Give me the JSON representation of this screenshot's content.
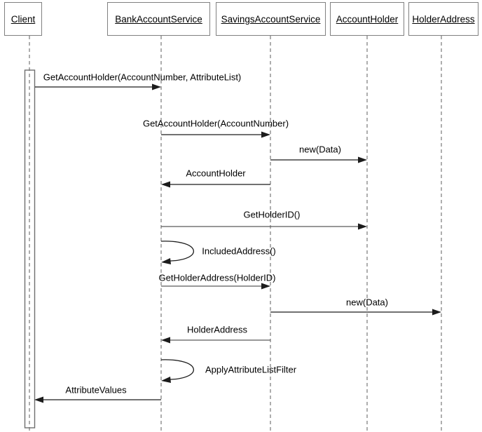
{
  "diagram": {
    "type": "uml-sequence-diagram",
    "actors": [
      {
        "name": "Client"
      },
      {
        "name": "BankAccountService"
      },
      {
        "name": "SavingsAccountService"
      },
      {
        "name": "AccountHolder"
      },
      {
        "name": "HolderAddress"
      }
    ],
    "activations": [
      {
        "actor": "Client",
        "note": "tall activation bar spanning nearly full lifeline"
      }
    ],
    "messages": [
      {
        "label": "GetAccountHolder(AccountNumber, AttributeList)",
        "from": "Client",
        "to": "BankAccountService",
        "kind": "call"
      },
      {
        "label": "GetAccountHolder(AccountNumber)",
        "from": "BankAccountService",
        "to": "SavingsAccountService",
        "kind": "call"
      },
      {
        "label": "new(Data)",
        "from": "SavingsAccountService",
        "to": "AccountHolder",
        "kind": "call"
      },
      {
        "label": "AccountHolder",
        "from": "SavingsAccountService",
        "to": "BankAccountService",
        "kind": "return"
      },
      {
        "label": "GetHolderID()",
        "from": "BankAccountService",
        "to": "AccountHolder",
        "kind": "call"
      },
      {
        "label": "IncludedAddress()",
        "from": "BankAccountService",
        "to": "BankAccountService",
        "kind": "self-call"
      },
      {
        "label": "GetHolderAddress(HolderID)",
        "from": "BankAccountService",
        "to": "SavingsAccountService",
        "kind": "call"
      },
      {
        "label": "new(Data)",
        "from": "SavingsAccountService",
        "to": "HolderAddress",
        "kind": "call"
      },
      {
        "label": "HolderAddress",
        "from": "SavingsAccountService",
        "to": "BankAccountService",
        "kind": "return"
      },
      {
        "label": "ApplyAttributeListFilter",
        "from": "BankAccountService",
        "to": "BankAccountService",
        "kind": "self-call"
      },
      {
        "label": "AttributeValues",
        "from": "BankAccountService",
        "to": "Client",
        "kind": "return"
      }
    ],
    "colors": {
      "message_line": "#1c1c1c",
      "frame_border": "#808080",
      "lifeline": "#8c8c8c",
      "text": "#000000",
      "background": "#ffffff"
    }
  }
}
